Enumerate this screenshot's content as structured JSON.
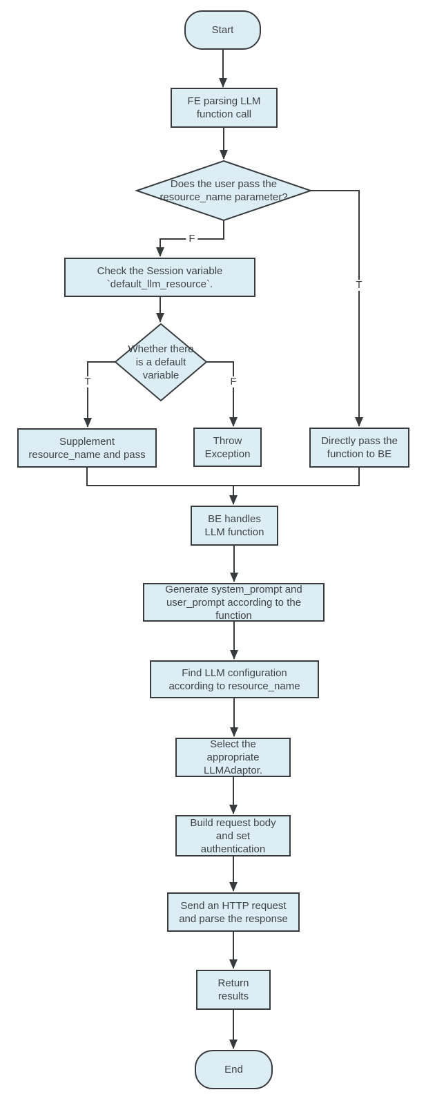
{
  "colors": {
    "node_fill": "#dcedf3",
    "node_border": "#383b3d",
    "connector": "#383b3d",
    "text": "#3e4347",
    "background": "#ffffff"
  },
  "flowchart": {
    "nodes": {
      "start": {
        "label": "Start"
      },
      "fe_parsing": {
        "label": "FE parsing LLM\nfunction call"
      },
      "pass_resource_decision": {
        "label": "Does the user pass the\nresource_name parameter?"
      },
      "check_session": {
        "label": "Check the Session variable\n`default_llm_resource`."
      },
      "default_var_decision": {
        "label": "Whether there\nis a default\nvariable"
      },
      "supplement": {
        "label": "Supplement\nresource_name and pass"
      },
      "throw_exception": {
        "label": "Throw\nException"
      },
      "directly_pass": {
        "label": "Directly pass the\nfunction to BE"
      },
      "be_handles": {
        "label": "BE handles\nLLM function"
      },
      "generate_prompts": {
        "label": "Generate system_prompt and\nuser_prompt according to the\nfunction"
      },
      "find_config": {
        "label": "Find LLM configuration\naccording to resource_name"
      },
      "select_adaptor": {
        "label": "Select the\nappropriate\nLLMAdaptor."
      },
      "build_request": {
        "label": "Build request body\nand set\nauthentication"
      },
      "send_request": {
        "label": "Send an HTTP request\nand parse the response"
      },
      "return_results": {
        "label": "Return\nresults"
      },
      "end": {
        "label": "End"
      }
    },
    "edge_labels": {
      "d1_false": "F",
      "d1_true": "T",
      "d2_true": "T",
      "d2_false": "F"
    }
  }
}
